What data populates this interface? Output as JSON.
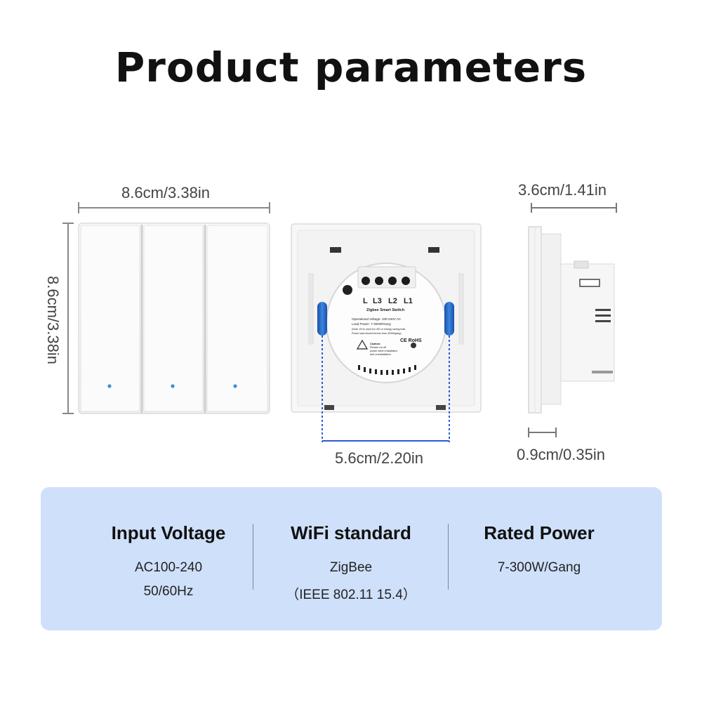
{
  "title": "Product parameters",
  "dimensions": {
    "front_width": "8.6cm/3.38in",
    "front_height": "8.6cm/3.38in",
    "mount_spacing": "5.6cm/2.20in",
    "side_depth": "3.6cm/1.41in",
    "panel_thickness": "0.9cm/0.35in"
  },
  "back_label": {
    "terminals": [
      "L",
      "L3",
      "L2",
      "L1"
    ],
    "name": "Zigbee Smart Switch",
    "voltage": "Operational Voltage: 100-240V AC",
    "load": "Load Power: 7-300W/Gang",
    "note1": "(Note: if it is used for LED or energy saving bulb,",
    "note2": "Power load should be less than 300W/gang)",
    "marks": "CE RoHS",
    "caution1": "Caution:",
    "caution2": "Please cut off",
    "caution3": "power when installation",
    "caution4": "and uninstallation."
  },
  "specs": [
    {
      "heading": "Input Voltage",
      "lines": [
        "AC100-240",
        "50/60Hz"
      ]
    },
    {
      "heading": "WiFi standard",
      "lines": [
        "ZigBee",
        "（IEEE 802.11 15.4）"
      ]
    },
    {
      "heading": "Rated Power",
      "lines": [
        "7-300W/Gang"
      ]
    }
  ],
  "colors": {
    "panel_bg": "#cfe0fa",
    "indicator": "#3a8fd8",
    "measure_line": "#2d5bd6",
    "mount_slot": "#2b6fd6"
  }
}
